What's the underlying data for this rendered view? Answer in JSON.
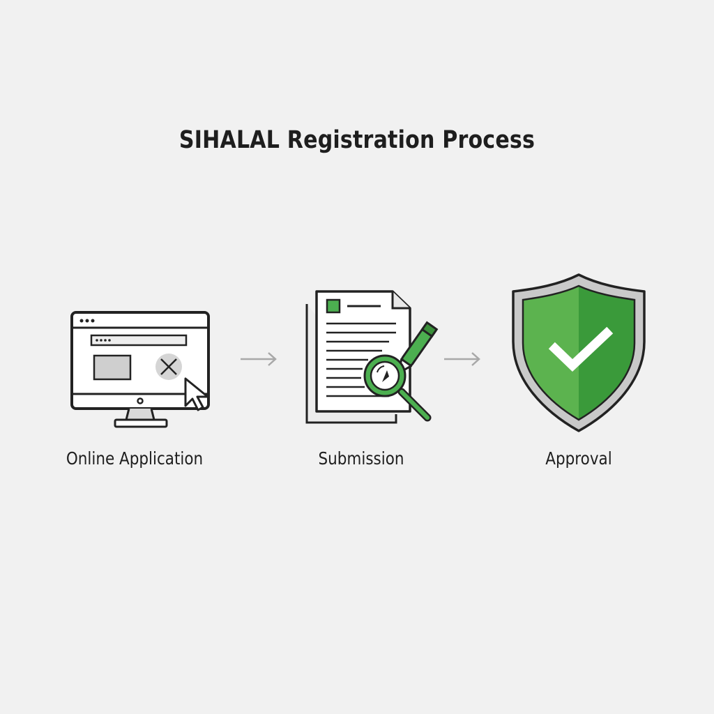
{
  "title": "SIHALAL Registration Process",
  "steps": [
    {
      "label": "Online Application",
      "icon": "computer-monitor-icon"
    },
    {
      "label": "Submission",
      "icon": "document-magnifier-icon"
    },
    {
      "label": "Approval",
      "icon": "shield-check-icon"
    }
  ],
  "connectors": [
    "arrow-right-icon",
    "arrow-right-icon"
  ],
  "colors": {
    "background": "#f1f1f1",
    "text": "#1e1e1e",
    "accent_green": "#3a9a3a",
    "accent_green_light": "#5cb34f",
    "outline": "#222222",
    "arrow_gray": "#a8a8a8"
  }
}
